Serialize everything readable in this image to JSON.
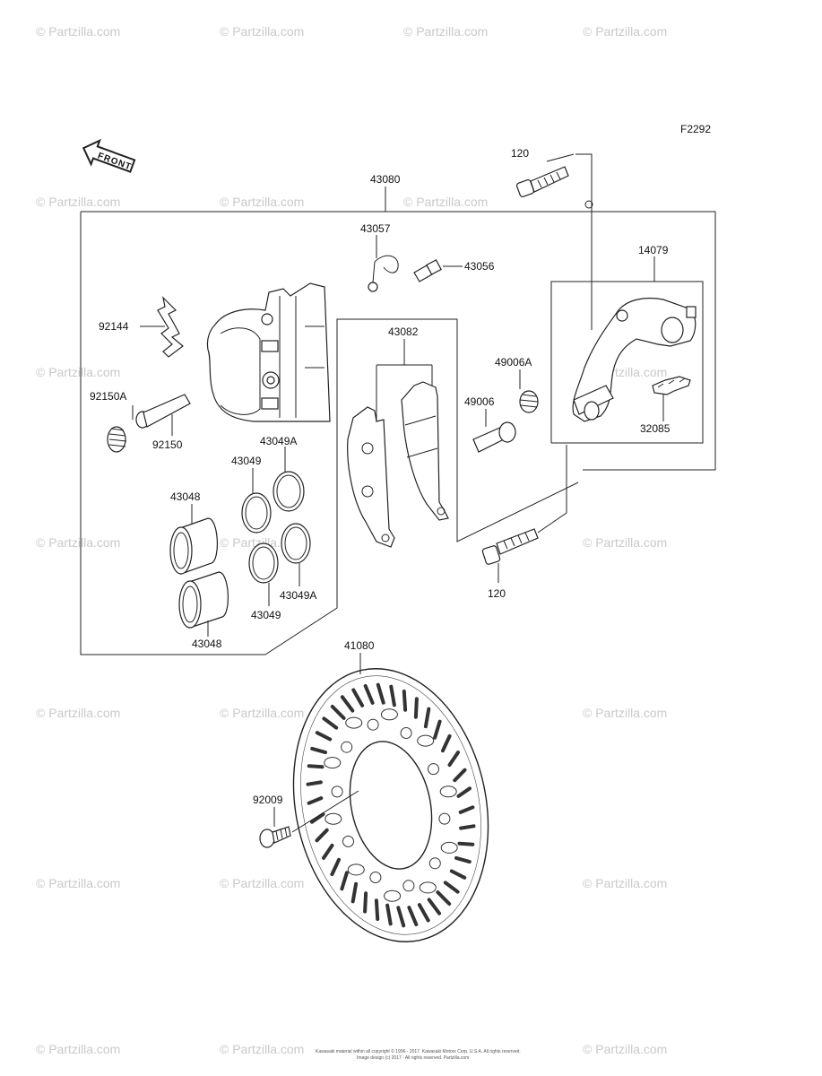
{
  "diagram": {
    "code": "F2292",
    "front_label": "FRONT",
    "watermark_text": "© Partzilla.com",
    "copyright_line1": "Kawasaki material within all copyright © 1996 - 2017. Kawasaki Motors Corp. U.S.A. All rights reserved.",
    "copyright_line2": "Image design (c) 2017 - All rights reserved. Partzilla.com",
    "colors": {
      "line": "#222222",
      "watermark": "#c9c9c9",
      "background": "#ffffff"
    }
  },
  "parts": {
    "caliper_assy": "43080",
    "bleeder_cap": "43057",
    "bleeder_valve": "43056",
    "pad_spring": "92144",
    "boot_a": "92150A",
    "pin": "92150",
    "seal_a_top": "43049A",
    "seal_top": "43049",
    "piston_top": "43048",
    "seal_a_bottom": "43049A",
    "seal_bottom": "43049",
    "piston_bottom": "43048",
    "pad_assy": "43082",
    "boot_49006a": "49006A",
    "pin_49006": "49006",
    "bolt_top": "120",
    "bolt_bottom": "120",
    "bracket": "14079",
    "spring_32085": "32085",
    "disc": "41080",
    "disc_bolt": "92009"
  }
}
